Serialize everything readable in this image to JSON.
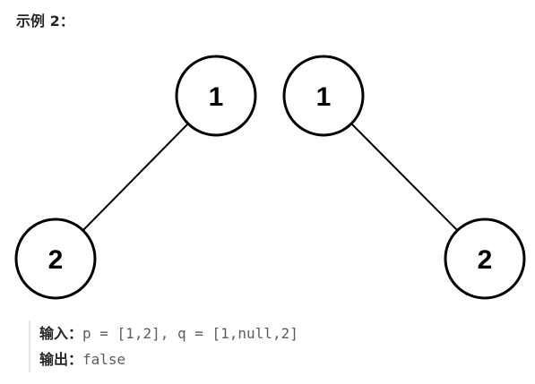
{
  "title": "示例 2：",
  "trees": [
    {
      "nodes": [
        {
          "id": "t1-root",
          "label": "1"
        },
        {
          "id": "t1-left",
          "label": "2"
        }
      ],
      "edges": [
        [
          "t1-root",
          "t1-left"
        ]
      ]
    },
    {
      "nodes": [
        {
          "id": "t2-root",
          "label": "1"
        },
        {
          "id": "t2-right",
          "label": "2"
        }
      ],
      "edges": [
        [
          "t2-root",
          "t2-right"
        ]
      ]
    }
  ],
  "io": {
    "input_label": "输入：",
    "input_value": "p = [1,2], q = [1,null,2]",
    "output_label": "输出：",
    "output_value": "false"
  }
}
